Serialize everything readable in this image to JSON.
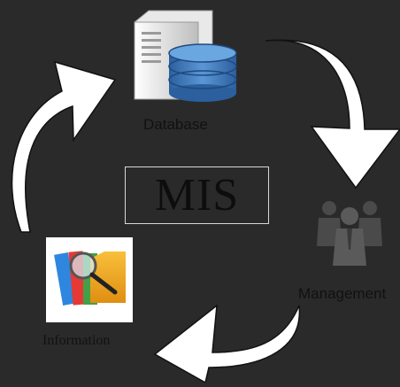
{
  "diagram": {
    "center_label": "MIS",
    "nodes": [
      {
        "id": "database",
        "label": "Database",
        "icon": "database-server-icon"
      },
      {
        "id": "management",
        "label": "Management",
        "icon": "people-group-icon"
      },
      {
        "id": "information",
        "label": "Information",
        "icon": "folders-magnifier-icon"
      }
    ],
    "edges": [
      {
        "from": "database",
        "to": "management"
      },
      {
        "from": "management",
        "to": "information"
      },
      {
        "from": "information",
        "to": "database"
      }
    ],
    "colors": {
      "background": "#2b2a2a",
      "arrow_fill": "#ffffff",
      "arrow_stroke": "#111111",
      "box_border": "#d8d8d8",
      "database_blue": "#3b74b8",
      "people_gray": "#4a4a4a"
    }
  }
}
